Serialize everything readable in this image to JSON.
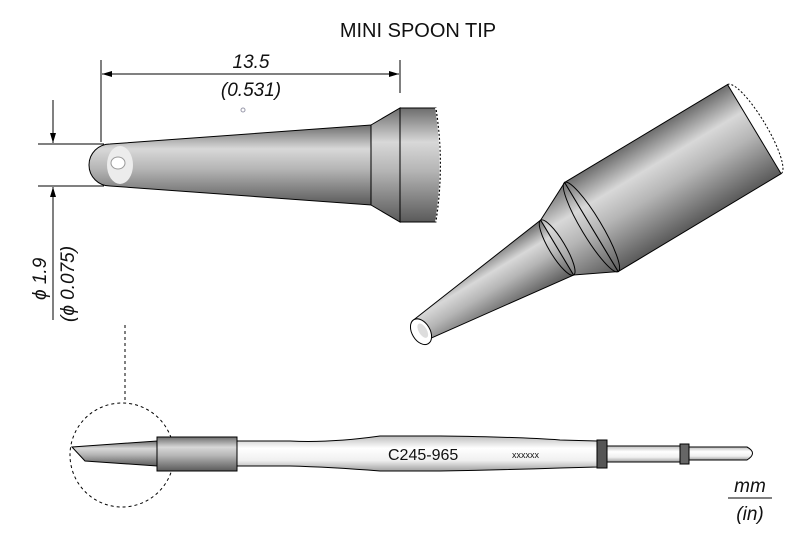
{
  "title": "MINI SPOON TIP",
  "length_dimension": {
    "mm": "13.5",
    "in": "(0.531)"
  },
  "diameter_dimension": {
    "mm": "ϕ 1.9",
    "in": "(ϕ 0.075)"
  },
  "part_number": "C245-965",
  "serial_placeholder": "xxxxxx",
  "units": {
    "top": "mm",
    "bottom": "(in)"
  }
}
